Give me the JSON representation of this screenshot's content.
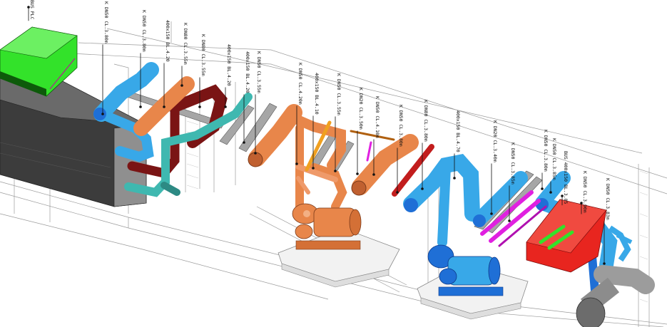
{
  "colors": {
    "blue": "#38a8e8",
    "blue_dark": "#1f6fd6",
    "orange": "#e8864a",
    "dark_red": "#7a1414",
    "teal": "#3fb8b0",
    "green": "#33e22a",
    "red": "#e8251f",
    "magenta": "#e020e0",
    "gray": "#8c8c8c",
    "dark_gray": "#3a3a3a"
  },
  "labels": [
    {
      "text": "K DN50 CL.3.80m"
    },
    {
      "text": "K DN50 CL.3.80m"
    },
    {
      "text": "400x150 BL.4.20"
    },
    {
      "text": "K DN80 CL.3.55m"
    },
    {
      "text": "K DN80 CL.3.55m"
    },
    {
      "text": "400x150 BL.4.20"
    },
    {
      "text": "400x150 BL.4.20"
    },
    {
      "text": "K DN50 CL.3.55m"
    },
    {
      "text": "K DN50 CL.4.20m"
    },
    {
      "text": "400x150 BL.4.10"
    },
    {
      "text": "K DN50 CL.3.55m"
    },
    {
      "text": "K DN20 CL.3.50m"
    },
    {
      "text": "K DN50 CL.4.10m"
    },
    {
      "text": "K DN50 CL.3.80m"
    },
    {
      "text": "K DN80 CL.3.80m"
    },
    {
      "text": "400x150 BL.4.70"
    },
    {
      "text": "K DN20 CL.3.40m"
    },
    {
      "text": "K DN50 CL.3.85m"
    },
    {
      "text": "K DN50 CL.3.80m"
    },
    {
      "text": "K DN50 CL.3.85m"
    },
    {
      "text": "BUS 400x150 BL.3.85"
    },
    {
      "text": "K DN50 CL.3.90m"
    },
    {
      "text": "K DN50 CL.3.83m"
    },
    {
      "text": "BUS PLC"
    }
  ]
}
